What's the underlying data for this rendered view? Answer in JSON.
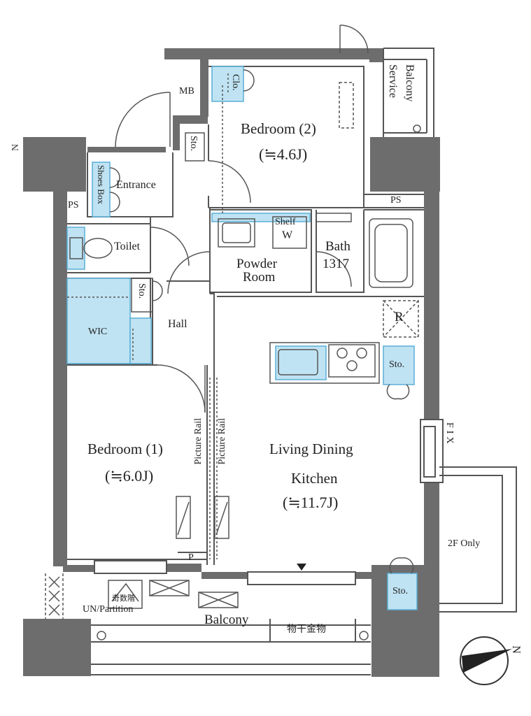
{
  "rooms": {
    "bedroom2": {
      "name": "Bedroom (2)",
      "size": "(≒4.6J)"
    },
    "bedroom1": {
      "name": "Bedroom (1)",
      "size": "(≒6.0J)"
    },
    "ldk": {
      "line1": "Living Dining",
      "line2": "Kitchen",
      "size": "(≒11.7J)"
    },
    "powder": {
      "line1": "Powder",
      "line2": "Room"
    },
    "bath": {
      "line1": "Bath",
      "line2": "1317"
    },
    "service_balcony": {
      "line1": "Service",
      "line2": "Balcony"
    },
    "entrance": "Entrance",
    "toilet": "Toilet",
    "wic": "WIC",
    "hall": "Hall",
    "balcony": "Balcony",
    "second_floor": "2F Only"
  },
  "labels": {
    "mb": "MB",
    "clo": "Clo.",
    "sto": "Sto.",
    "shoes_box": "Shoes Box",
    "shelf": "Shelf",
    "washer": "W",
    "ps": "PS",
    "refrigerator": "R",
    "picture_rail": "Picture Rail",
    "fix": "FIX",
    "pipe": "P",
    "partition": "UN/Partition",
    "hatch": "避難ハッチ",
    "hatch_display": "奇数階",
    "laundry": "物干金物"
  },
  "compass": {
    "label": "N"
  },
  "colors": {
    "wall": "#6d6d6d",
    "line": "#555555",
    "storage_fill": "#bfe3f3",
    "storage_line": "#5aaed6"
  }
}
